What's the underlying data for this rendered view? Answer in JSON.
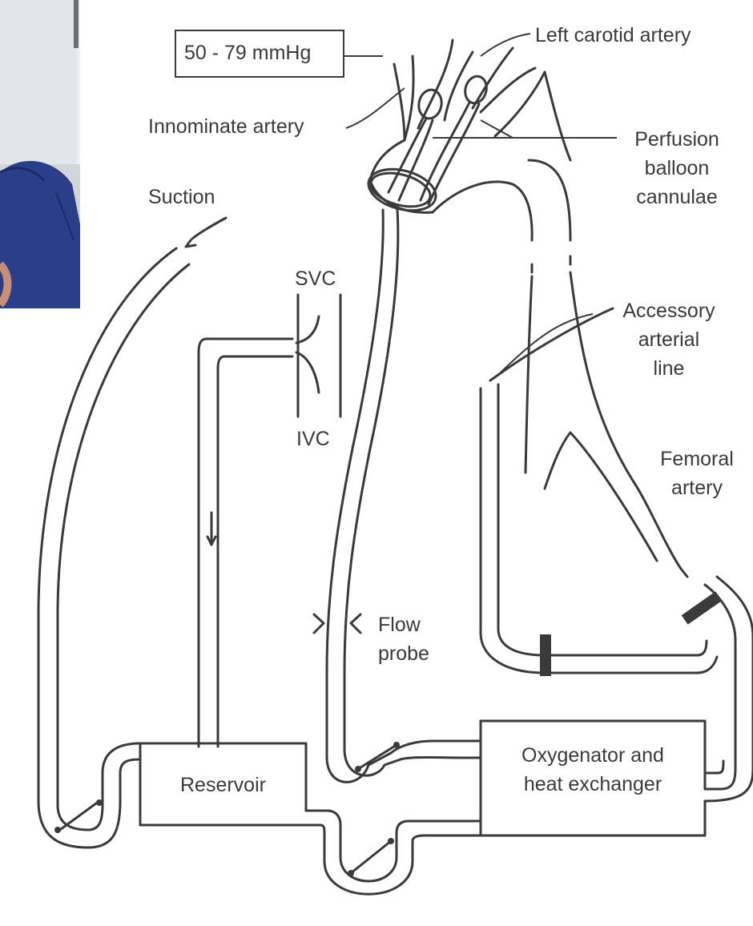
{
  "pressure": "50 - 79 mmHg",
  "labels": {
    "left_carotid": "Left carotid artery",
    "innominate": "Innominate artery",
    "perfusion_1": "Perfusion",
    "perfusion_2": "balloon",
    "perfusion_3": "cannulae",
    "suction": "Suction",
    "svc": "SVC",
    "ivc": "IVC",
    "accessory_1": "Accessory",
    "accessory_2": "arterial",
    "accessory_3": "line",
    "femoral_1": "Femoral",
    "femoral_2": "artery",
    "flow_1": "Flow",
    "flow_2": "probe",
    "reservoir": "Reservoir",
    "oxygenator_1": "Oxygenator and",
    "oxygenator_2": "heat exchanger"
  },
  "colors": {
    "line": "#3a3a3a",
    "photo_shirt": "#2b3e8a",
    "photo_bg": "#dfe3e6"
  }
}
